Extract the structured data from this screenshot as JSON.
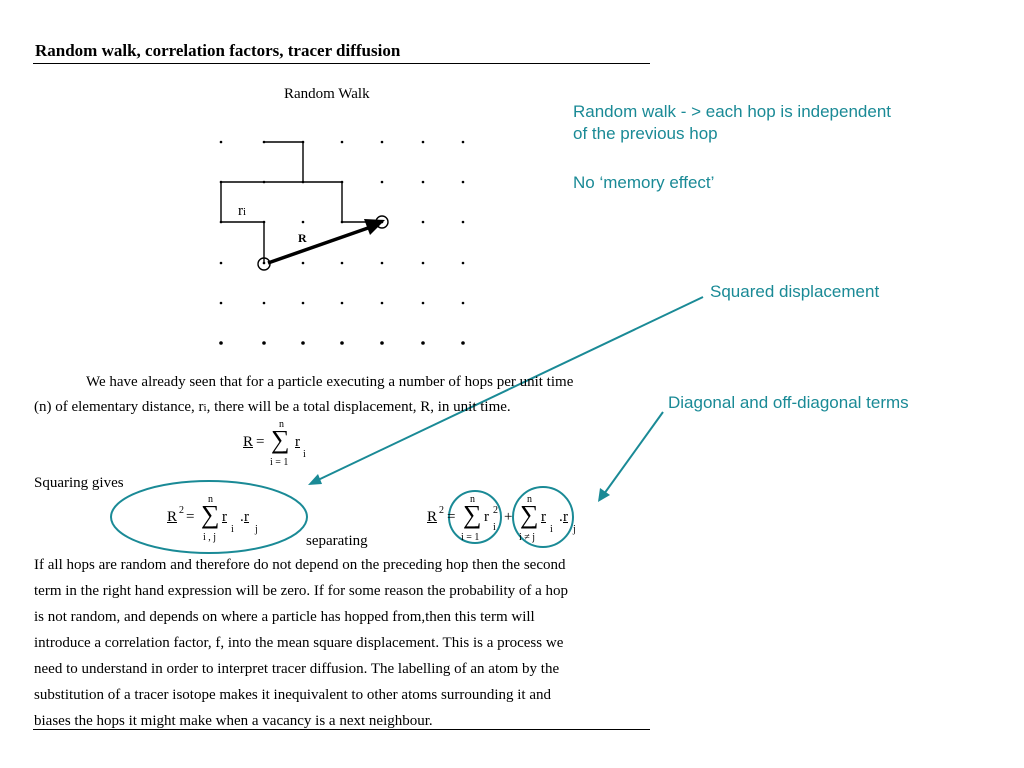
{
  "slide": {
    "title": "Random walk, correlation factors, tracer diffusion",
    "diagram_caption": "Random Walk",
    "labels": {
      "ri": "r",
      "ri_sub": "i",
      "R": "R"
    },
    "notes": {
      "random_walk_line1": "Random walk - > each hop is independent",
      "random_walk_line2": "of the previous hop",
      "no_memory": "No ‘memory effect’",
      "squared_displacement": "Squared displacement",
      "diagonal_terms": "Diagonal and off-diagonal terms"
    },
    "paragraph1": {
      "line1": "We have already seen that for a particle executing a number of hops per unit time",
      "line2_a": "(n) of elementary distance, r",
      "line2_sub": "i",
      "line2_b": ", there will be a total displacement, R, in unit time."
    },
    "equation1": {
      "lhs": "R",
      "eq": "=",
      "top": "n",
      "bottom": "i  =  1",
      "term": "r",
      "term_sub": "i"
    },
    "squaring_gives": "Squaring gives",
    "equation2": {
      "lhs": "R",
      "sup": "2",
      "eq": "=",
      "top": "n",
      "bottom": "i , j",
      "term1": "r",
      "sub1": "i",
      "dot": ".",
      "term2": "r",
      "sub2": "j"
    },
    "separating": "separating",
    "equation3": {
      "lhs": "R",
      "sup": "2",
      "eq": "=",
      "top1": "n",
      "bottom1": "i  =  1",
      "term1": "r",
      "term1_sup": "2",
      "term1_sub": "i",
      "plus": "+",
      "top2": "n",
      "bottom2": "i  ≠  j",
      "term2a": "r",
      "sub2a": "i",
      "dot": ".",
      "term2b": "r",
      "sub2b": "j"
    },
    "paragraph2": [
      "If all hops are random and therefore do not depend on  the preceding hop  then the second",
      "term in the right hand  expression will be zero.  If for some reason the probability of a hop",
      "is not random, and depends on where a particle has hopped from,then this term will",
      "introduce a correlation factor, f, into the mean square displacement.  This is a process we",
      "need to understand in order to interpret tracer diffusion.  The labelling of an atom by the",
      "substitution of a tracer isotope makes it inequivalent to other atoms surrounding it and",
      "biases the hops it might make when a vacancy is a next neighbour."
    ],
    "colors": {
      "annotation": "#1a8a96",
      "text": "#000000"
    }
  }
}
